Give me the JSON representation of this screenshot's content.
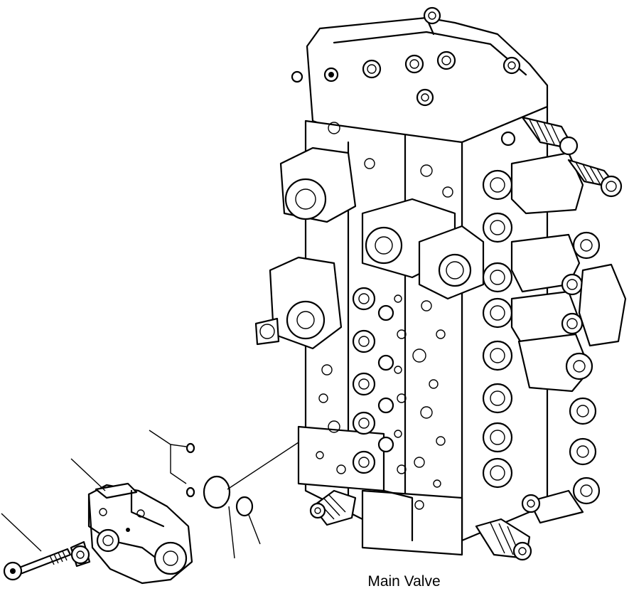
{
  "caption": "Main Valve",
  "parts": [
    {
      "id": "main-valve-assembly",
      "icon": "valve-body-icon"
    },
    {
      "id": "end-cover",
      "icon": "cover-icon"
    },
    {
      "id": "mounting-bolt",
      "icon": "bolt-icon"
    },
    {
      "id": "large-o-ring",
      "icon": "o-ring-icon"
    },
    {
      "id": "small-o-ring",
      "icon": "o-ring-icon"
    }
  ]
}
